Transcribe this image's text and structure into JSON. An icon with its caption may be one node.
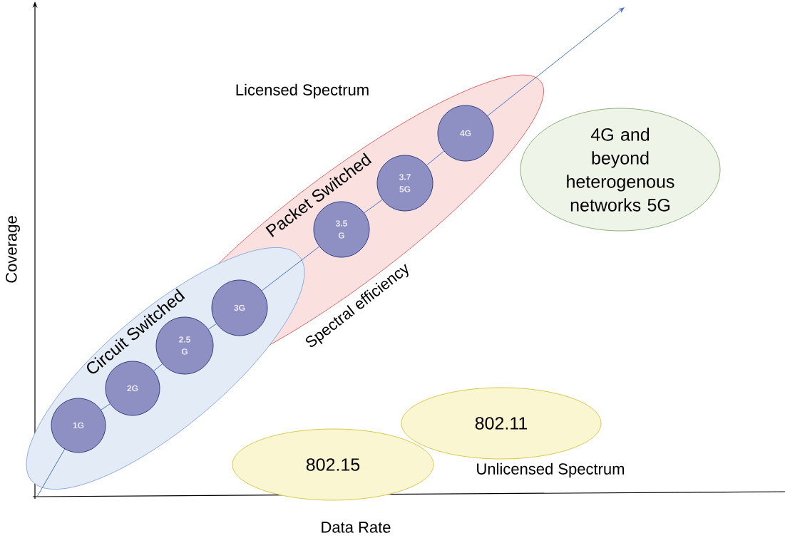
{
  "diagram": {
    "nodes": [
      {
        "text": [
          "Circuit Switched"
        ]
      },
      {
        "text": [
          "Packet Switched"
        ]
      },
      {
        "text": [
          "1G"
        ],
        "in": 0
      },
      {
        "text": [
          "2G"
        ],
        "in": 0
      },
      {
        "text": [
          "2.5 G"
        ]
      },
      {
        "text": [
          "3G"
        ]
      },
      {
        "text": [
          "3.5 G"
        ],
        "in": 1
      },
      {
        "text": [
          "3.7 5G"
        ],
        "in": 1
      },
      {
        "text": [
          "4G"
        ],
        "in": 1
      },
      {
        "text": [
          "4G and beyond heterogenous networks 5G"
        ]
      },
      {
        "text": [
          "802.15"
        ]
      },
      {
        "text": [
          "802.11"
        ]
      }
    ],
    "edges": [
      {
        "from": null,
        "to": 2,
        "arrow": "none"
      },
      {
        "from": 2,
        "to": 3,
        "arrow": "none"
      },
      {
        "from": 3,
        "to": 4,
        "arrow": "none"
      },
      {
        "from": 4,
        "to": 5,
        "arrow": "none"
      },
      {
        "from": 5,
        "to": 6,
        "arrow": "none"
      },
      {
        "from": 6,
        "to": 7,
        "arrow": "none"
      },
      {
        "from": 7,
        "to": 8,
        "arrow": "none"
      },
      {
        "from": 8,
        "to": null,
        "arrow": "to"
      }
    ],
    "labels": [
      "Licensed Spectrum",
      "Coverage",
      "Spectral efficiency",
      "Unlicensed Spectrum",
      "Data Rate"
    ]
  }
}
